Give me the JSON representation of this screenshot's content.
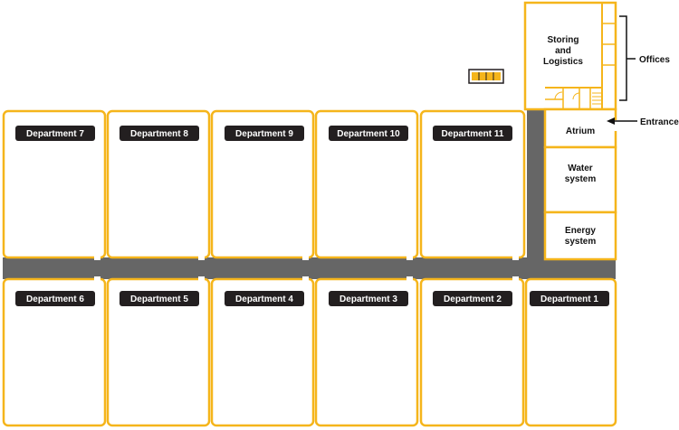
{
  "colors": {
    "wall": "#f5b51b",
    "corridor": "#666666",
    "label_bg": "#231f20",
    "label_text": "#ffffff",
    "text": "#111111",
    "background": "#ffffff"
  },
  "departments": {
    "top": [
      "Department 7",
      "Department 8",
      "Department 9",
      "Department 10",
      "Department 11"
    ],
    "bottom": [
      "Department 6",
      "Department 5",
      "Department 4",
      "Department 3",
      "Department 2",
      "Department 1"
    ]
  },
  "rooms": {
    "storing_line1": "Storing",
    "storing_line2": "and",
    "storing_line3": "Logistics",
    "atrium": "Atrium",
    "water_line1": "Water",
    "water_line2": "system",
    "energy_line1": "Energy",
    "energy_line2": "system"
  },
  "callouts": {
    "offices": "Offices",
    "entrance": "Entrance"
  }
}
